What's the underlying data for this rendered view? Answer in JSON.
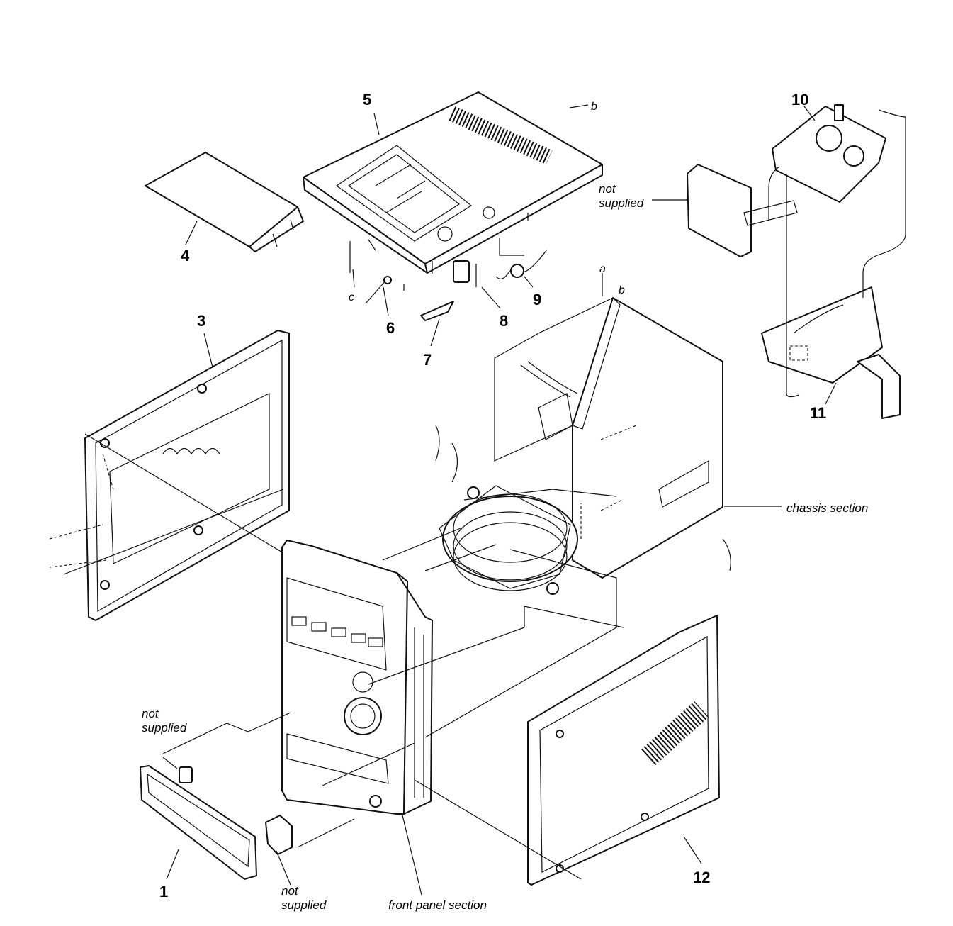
{
  "callouts": {
    "n1": "1",
    "n3": "3",
    "n4": "4",
    "n5": "5",
    "n6": "6",
    "n7": "7",
    "n8": "8",
    "n9": "9",
    "n10": "10",
    "n11": "11",
    "n12": "12"
  },
  "letters": {
    "a": "a",
    "b_top": "b",
    "b_mid": "b",
    "c": "c"
  },
  "labels": {
    "not_supplied_top": [
      "not",
      "supplied"
    ],
    "not_supplied_left": [
      "not",
      "supplied"
    ],
    "not_supplied_bottom": [
      "not",
      "supplied"
    ],
    "chassis_section": "chassis section",
    "front_panel_section": "front panel section"
  }
}
